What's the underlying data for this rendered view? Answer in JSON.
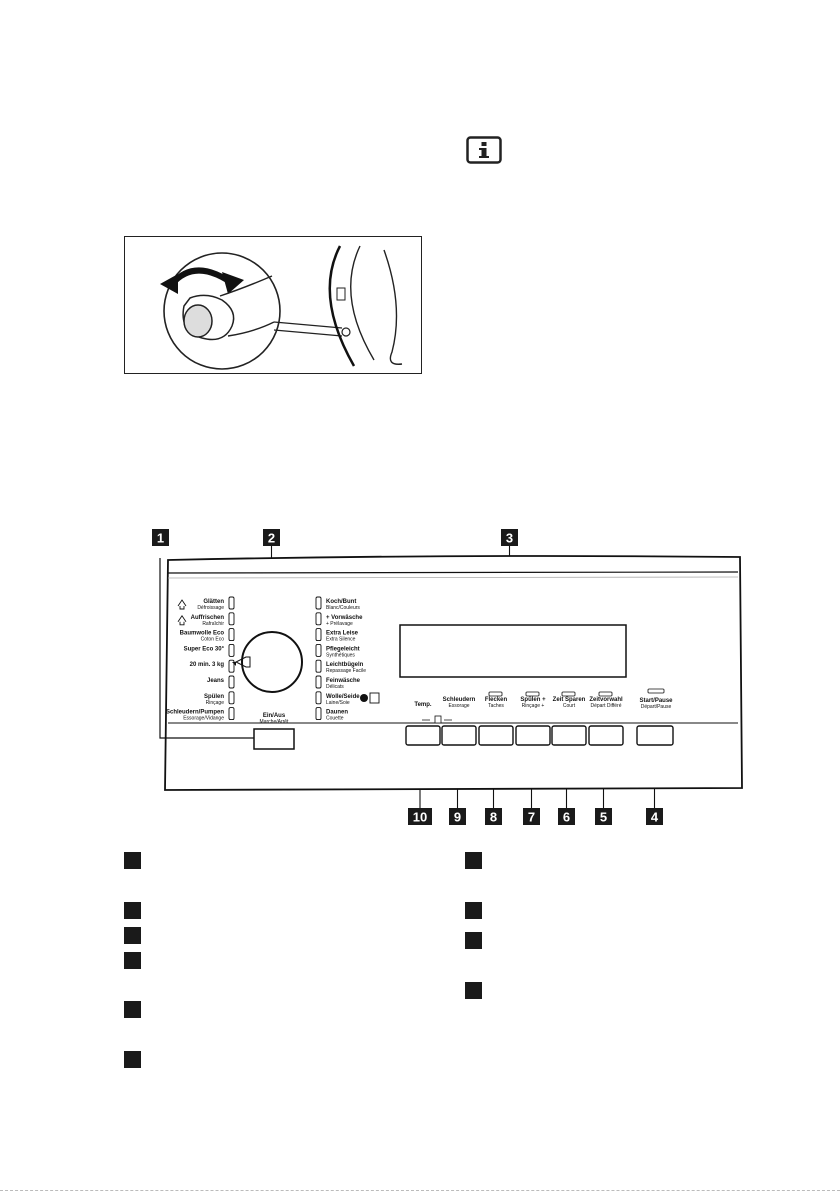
{
  "panel": {
    "callouts": [
      "1",
      "2",
      "3",
      "4",
      "5",
      "6",
      "7",
      "8",
      "9",
      "10"
    ],
    "programs_left": [
      {
        "de": "Glätten",
        "fr": "Défroissage",
        "icon": true
      },
      {
        "de": "Auffrischen",
        "fr": "Rafraîchir",
        "icon": true
      },
      {
        "de": "Baumwolle Eco",
        "fr": "Coton Eco",
        "icon": false
      },
      {
        "de": "Super Eco 30°",
        "fr": "",
        "icon": false
      },
      {
        "de": "20 min. 3 kg",
        "fr": "",
        "icon": false
      },
      {
        "de": "Jeans",
        "fr": "",
        "icon": false
      },
      {
        "de": "Spülen",
        "fr": "Rinçage",
        "icon": false
      },
      {
        "de": "Schleudern/Pumpen",
        "fr": "Essorage/Vidange",
        "icon": false
      }
    ],
    "programs_right": [
      {
        "de": "Koch/Bunt",
        "fr": "Blanc/Couleurs"
      },
      {
        "de": "+ Vorwäsche",
        "fr": "+ Prélavage"
      },
      {
        "de": "Extra Leise",
        "fr": "Extra Silence"
      },
      {
        "de": "Pflegeleicht",
        "fr": "Synthétiques"
      },
      {
        "de": "Leichtbügeln",
        "fr": "Repassage Facile"
      },
      {
        "de": "Feinwäsche",
        "fr": "Délicats"
      },
      {
        "de": "Wolle/Seide",
        "fr": "Laine/Soie"
      },
      {
        "de": "Daunen",
        "fr": "Couette"
      }
    ],
    "power": {
      "de": "Ein/Aus",
      "fr": "Marche/Arrêt"
    },
    "buttons": [
      {
        "de": "Temp.",
        "fr": ""
      },
      {
        "de": "Schleudern",
        "fr": "Essorage"
      },
      {
        "de": "Flecken",
        "fr": "Taches"
      },
      {
        "de": "Spülen +",
        "fr": "Rinçage +"
      },
      {
        "de": "Zeit Sparen",
        "fr": "Court"
      },
      {
        "de": "Zeitvorwahl",
        "fr": "Départ Différé"
      },
      {
        "de": "Start/Pause",
        "fr": "Départ/Pause"
      }
    ]
  }
}
